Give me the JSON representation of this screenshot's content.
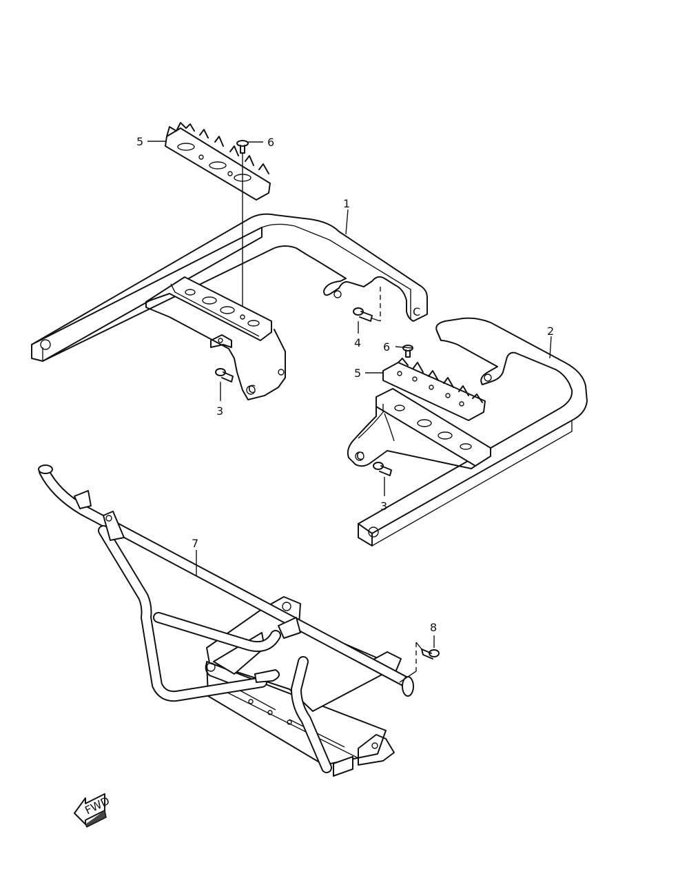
{
  "callouts": [
    {
      "id": "1",
      "label": "1"
    },
    {
      "id": "2",
      "label": "2"
    },
    {
      "id": "3a",
      "label": "3"
    },
    {
      "id": "3b",
      "label": "3"
    },
    {
      "id": "4",
      "label": "4"
    },
    {
      "id": "5a",
      "label": "5"
    },
    {
      "id": "5b",
      "label": "5"
    },
    {
      "id": "6a",
      "label": "6"
    },
    {
      "id": "6b",
      "label": "6"
    },
    {
      "id": "7",
      "label": "7"
    },
    {
      "id": "8",
      "label": "8"
    }
  ],
  "stamp_letter": "C",
  "fwd_arrow": {
    "label": "FWD",
    "icon": "fwd-arrow-icon"
  }
}
